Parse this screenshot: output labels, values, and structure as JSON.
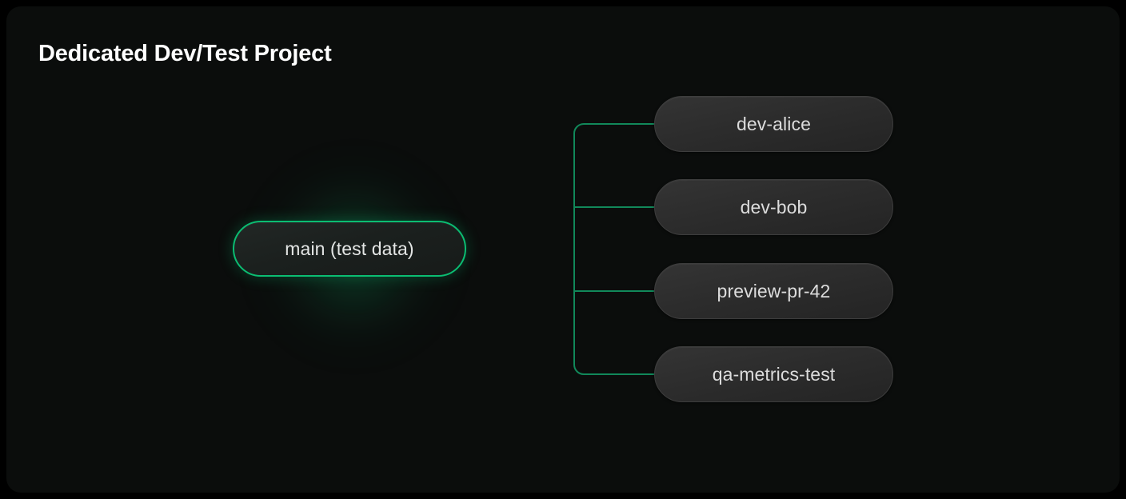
{
  "card": {
    "title": "Dedicated Dev/Test Project",
    "background": "#0b0d0c",
    "outer_background": "#000000"
  },
  "theme": {
    "accent_green": "#0bbd72",
    "edge_green": "#11885a",
    "node_fill": "#2c2c2c",
    "node_border": "#3d3d3d",
    "root_fill": "#1b201e",
    "text_primary": "#ffffff",
    "text_node": "#dcdcdc",
    "text_root": "#e4e6e5"
  },
  "diagram": {
    "type": "branch-tree",
    "root": {
      "id": "main",
      "label": "main (test data)",
      "highlighted": true
    },
    "branches": [
      {
        "id": "dev-alice",
        "label": "dev-alice"
      },
      {
        "id": "dev-bob",
        "label": "dev-bob"
      },
      {
        "id": "preview-pr-42",
        "label": "preview-pr-42"
      },
      {
        "id": "qa-metrics-test",
        "label": "qa-metrics-test"
      }
    ]
  }
}
